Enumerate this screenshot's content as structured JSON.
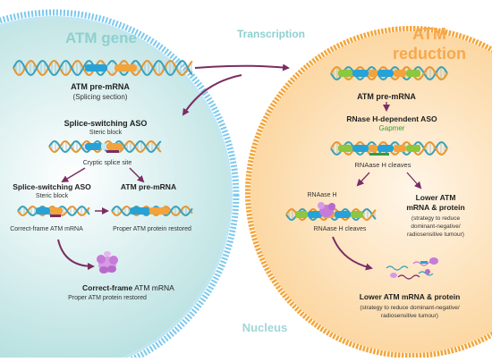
{
  "labels": {
    "atm_gene": "ATM gene",
    "transcription": "Transcription",
    "atm_reduction_line1": "ATM",
    "atm_reduction_line2": "reduction",
    "nucleus": "Nucleus",
    "left_premrna_title": "ATM pre-mRNA",
    "left_premrna_sub": "(Splicing section)",
    "ssaso_title": "Splice-switching ASO",
    "steric_block_1": "Steric block",
    "cryptic_site": "Cryptic splice site",
    "ssaso_title_2": "Splice-switching ASO",
    "steric_block_2": "Steric block",
    "atm_premrna_mid": "ATM pre-mRNA",
    "correct_frame_small": "Correct-frame ATM mRNA",
    "proper_restored_small": "Proper ATM protein restored",
    "correct_frame_bold": "Correct-frame",
    "correct_frame_rest": " ATM mRNA",
    "proper_restored_bottom": "Proper ATM protein restored",
    "right_premrna_title": "ATM pre-mRNA",
    "rnaseh_aso": "RNase H-dependent ASO",
    "gapmer": "Gapmer",
    "rnaase_cleaves_1": "RNAase H cleaves",
    "rnaase_h": "RNAase H",
    "rnaase_cleaves_2": "RNAase H cleaves",
    "lower_atm_1": "Lower ATM",
    "lower_atm_2": "mRNA & protein",
    "strategy_small_1": "(strategy to reduce",
    "strategy_small_2": "dominant-negative/",
    "strategy_small_3": "radiosensitive tumour)",
    "lower_atm_bottom": "Lower ATM mRNA & protein",
    "strategy_bottom_1": "(strategy to reduce dominant-negative/",
    "strategy_bottom_2": "radiosensitive tumour)"
  },
  "colors": {
    "left_cell_fill": "#d3ecec",
    "left_membrane": "#7cc9ee",
    "right_cell_fill": "#fde3b8",
    "right_membrane": "#f4a63b",
    "title_teal": "#8fcfcf",
    "title_orange": "#f7a84c",
    "arrow": "#7b2d63",
    "gapmer_green": "#3a9a3c",
    "dna_orange": "#e8952f",
    "dna_teal": "#3aa1b7",
    "exon_blue": "#27a2d6",
    "exon_orange": "#f2a33c",
    "exon_green": "#8dc63f",
    "protein": "#c77bd8"
  }
}
